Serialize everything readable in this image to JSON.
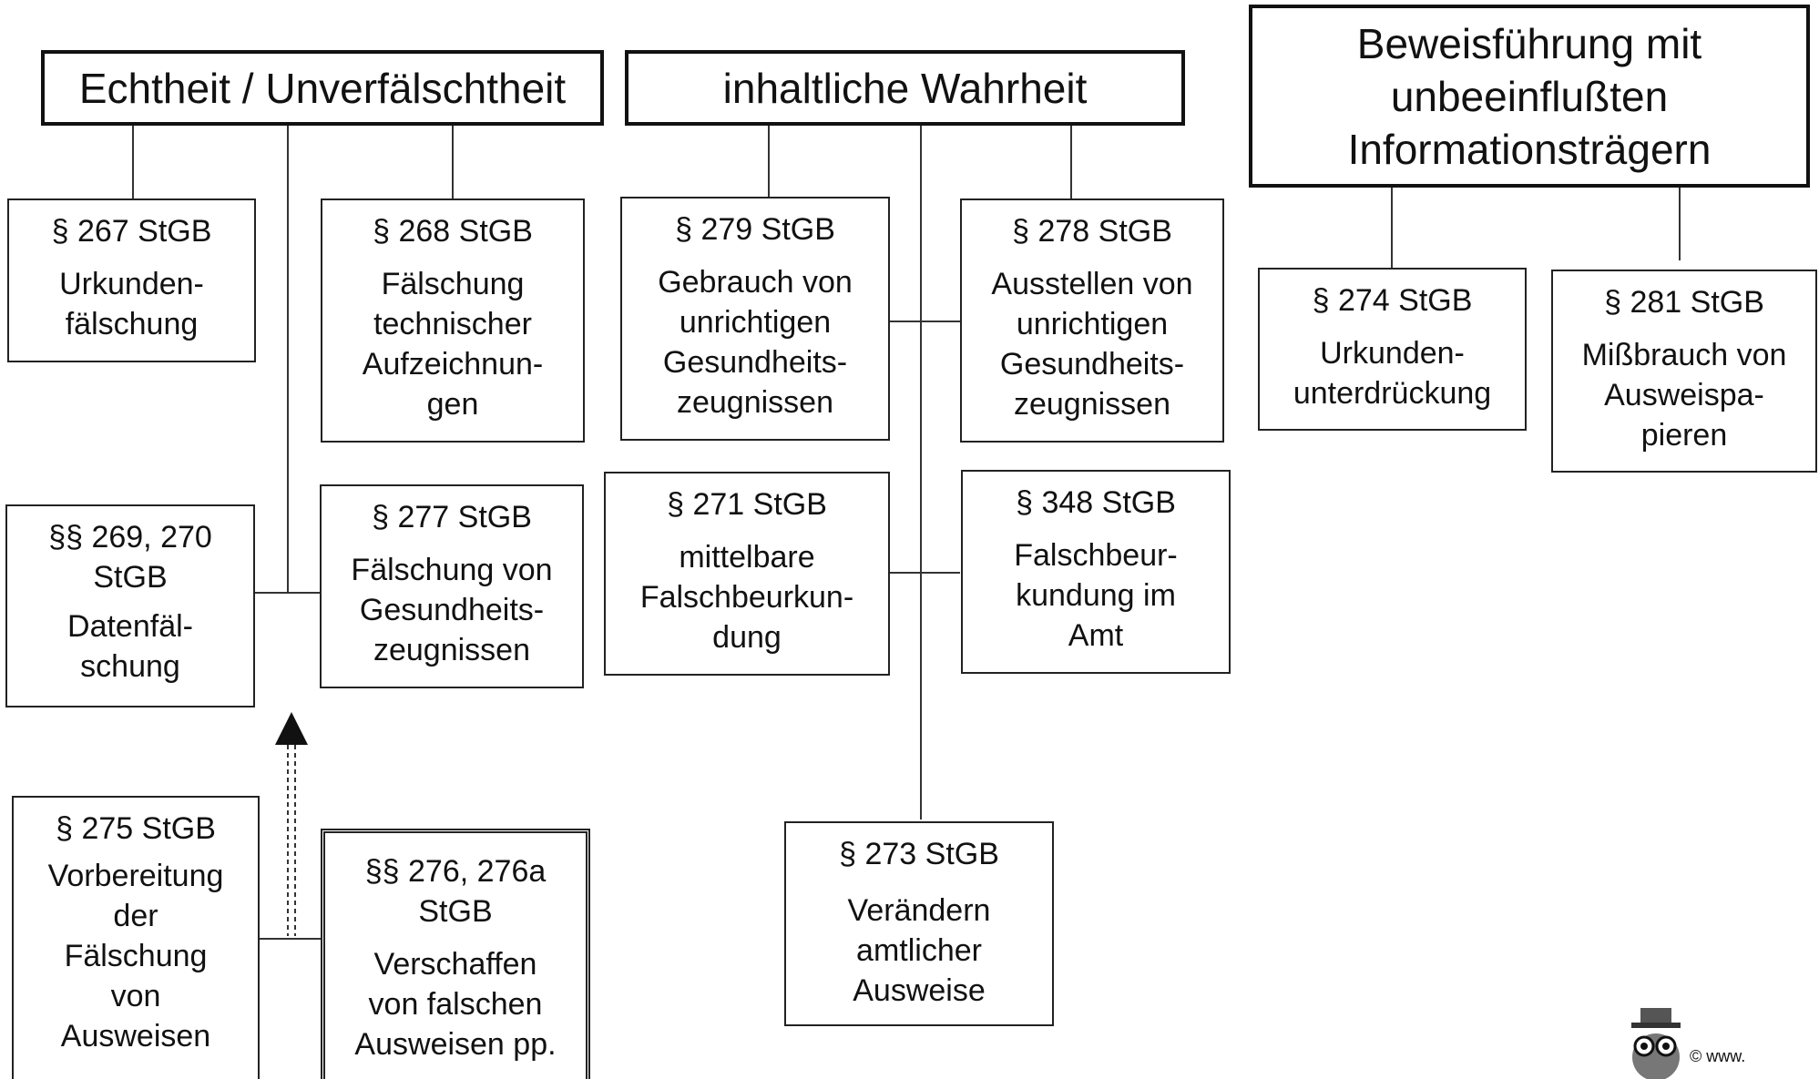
{
  "headers": {
    "echtheit": "Echtheit / Unverfälschtheit",
    "wahrheit": "inhaltliche Wahrheit",
    "beweis": [
      "Beweisführung mit",
      "unbeeinflußten",
      "Informationsträgern"
    ]
  },
  "boxes": {
    "b267": {
      "code": "§ 267 StGB",
      "desc": [
        "Urkunden-",
        "fälschung"
      ]
    },
    "b268": {
      "code": "§ 268 StGB",
      "desc": [
        "Fälschung",
        "technischer",
        "Aufzeichnun-",
        "gen"
      ]
    },
    "b269": {
      "code": [
        "§§ 269, 270",
        "StGB"
      ],
      "desc": [
        "Datenfäl-",
        "schung"
      ]
    },
    "b277": {
      "code": "§ 277 StGB",
      "desc": [
        "Fälschung von",
        "Gesundheits-",
        "zeugnissen"
      ]
    },
    "b275": {
      "code": "§ 275 StGB",
      "desc": [
        "Vorbereitung",
        "der",
        "Fälschung",
        "von",
        "Ausweisen"
      ]
    },
    "b276": {
      "code": [
        "§§ 276, 276a",
        "StGB"
      ],
      "desc": [
        "Verschaffen",
        "von falschen",
        "Ausweisen pp."
      ]
    },
    "b279": {
      "code": "§ 279 StGB",
      "desc": [
        "Gebrauch von",
        "unrichtigen",
        "Gesundheits-",
        "zeugnissen"
      ]
    },
    "b278": {
      "code": "§ 278 StGB",
      "desc": [
        "Ausstellen von",
        "unrichtigen",
        "Gesundheits-",
        "zeugnissen"
      ]
    },
    "b271": {
      "code": "§ 271 StGB",
      "desc": [
        "mittelbare",
        "Falschbeurkun-",
        "dung"
      ]
    },
    "b348": {
      "code": "§ 348 StGB",
      "desc": [
        "Falschbeur-",
        "kundung im",
        "Amt"
      ]
    },
    "b273": {
      "code": "§ 273 StGB",
      "desc": [
        "Verändern",
        "amtlicher",
        "Ausweise"
      ]
    },
    "b274": {
      "code": "§ 274 StGB",
      "desc": [
        "Urkunden-",
        "unterdrückung"
      ]
    },
    "b281": {
      "code": "§ 281 StGB",
      "desc": [
        "Mißbrauch von",
        "Ausweispa-",
        "pieren"
      ]
    }
  },
  "footer": {
    "brand": "© www."
  }
}
